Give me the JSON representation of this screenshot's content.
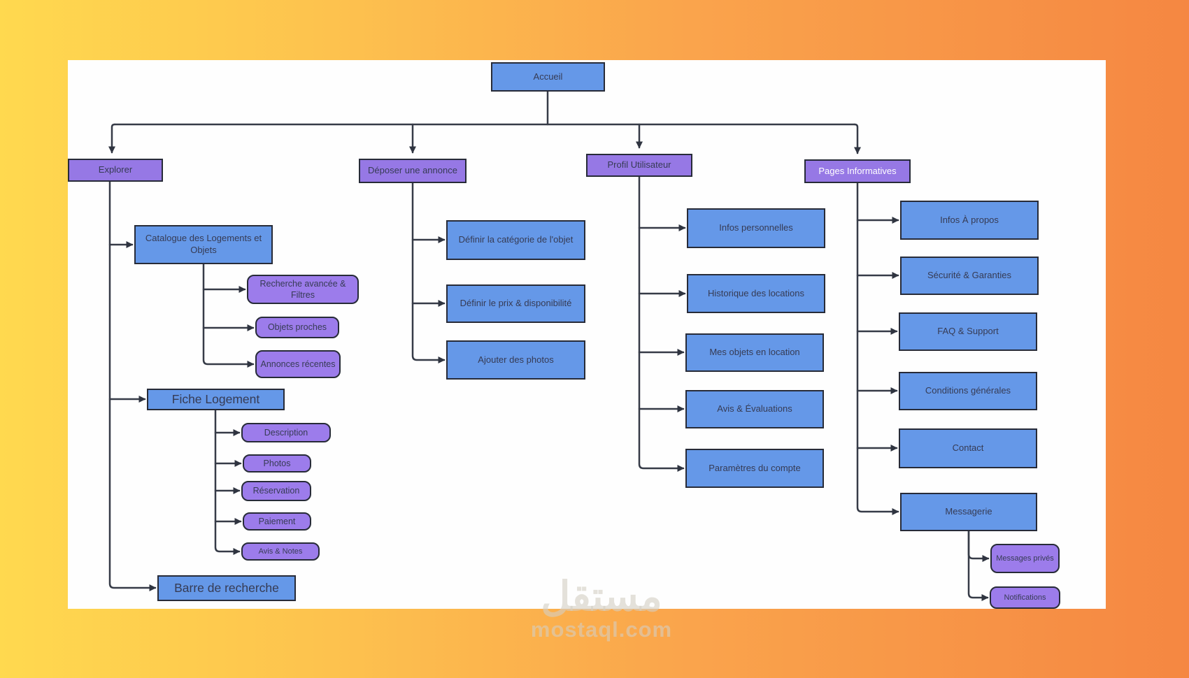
{
  "title": "Sitemap flowchart (French rental platform)",
  "watermark": {
    "arabic": "مستقل",
    "domain": "mostaql.com"
  },
  "colors": {
    "background_left": "#FFD94F",
    "background_right": "#F58742",
    "canvas": "#FEFEFE",
    "node_blue": "#6598E8",
    "node_purple": "#9678E5",
    "node_pill_purple": "#9C7CEB",
    "border": "#272B38",
    "connector": "#363B47",
    "text_dark": "#363B54",
    "text_white": "#FFFFFF"
  },
  "nodes": {
    "accueil": "Accueil",
    "explorer": "Explorer",
    "deposer": "Déposer une annonce",
    "profil": "Profil Utilisateur",
    "pages": "Pages Informatives",
    "catalogue": "Catalogue des Logements et Objets",
    "recherche": "Recherche avancée & Filtres",
    "objets_proches": "Objets proches",
    "annonces": "Annonces récentes",
    "fiche": "Fiche Logement",
    "description": "Description",
    "photos": "Photos",
    "reservation": "Réservation",
    "paiement": "Paiement",
    "avis_notes": "Avis & Notes",
    "barre": "Barre de recherche",
    "def_categorie": "Définir la catégorie de l'objet",
    "def_prix": "Définir le prix & disponibilité",
    "ajouter_photos": "Ajouter des photos",
    "infos_perso": "Infos personnelles",
    "historique": "Historique des locations",
    "mes_objets": "Mes objets en location",
    "avis_eval": "Avis & Évaluations",
    "parametres": "Paramètres du compte",
    "infos_apropos": "Infos À propos",
    "securite": "Sécurité & Garanties",
    "faq": "FAQ & Support",
    "conditions": "Conditions générales",
    "contact": "Contact",
    "messagerie": "Messagerie",
    "messages_prives": "Messages privés",
    "notifications": "Notifications"
  }
}
